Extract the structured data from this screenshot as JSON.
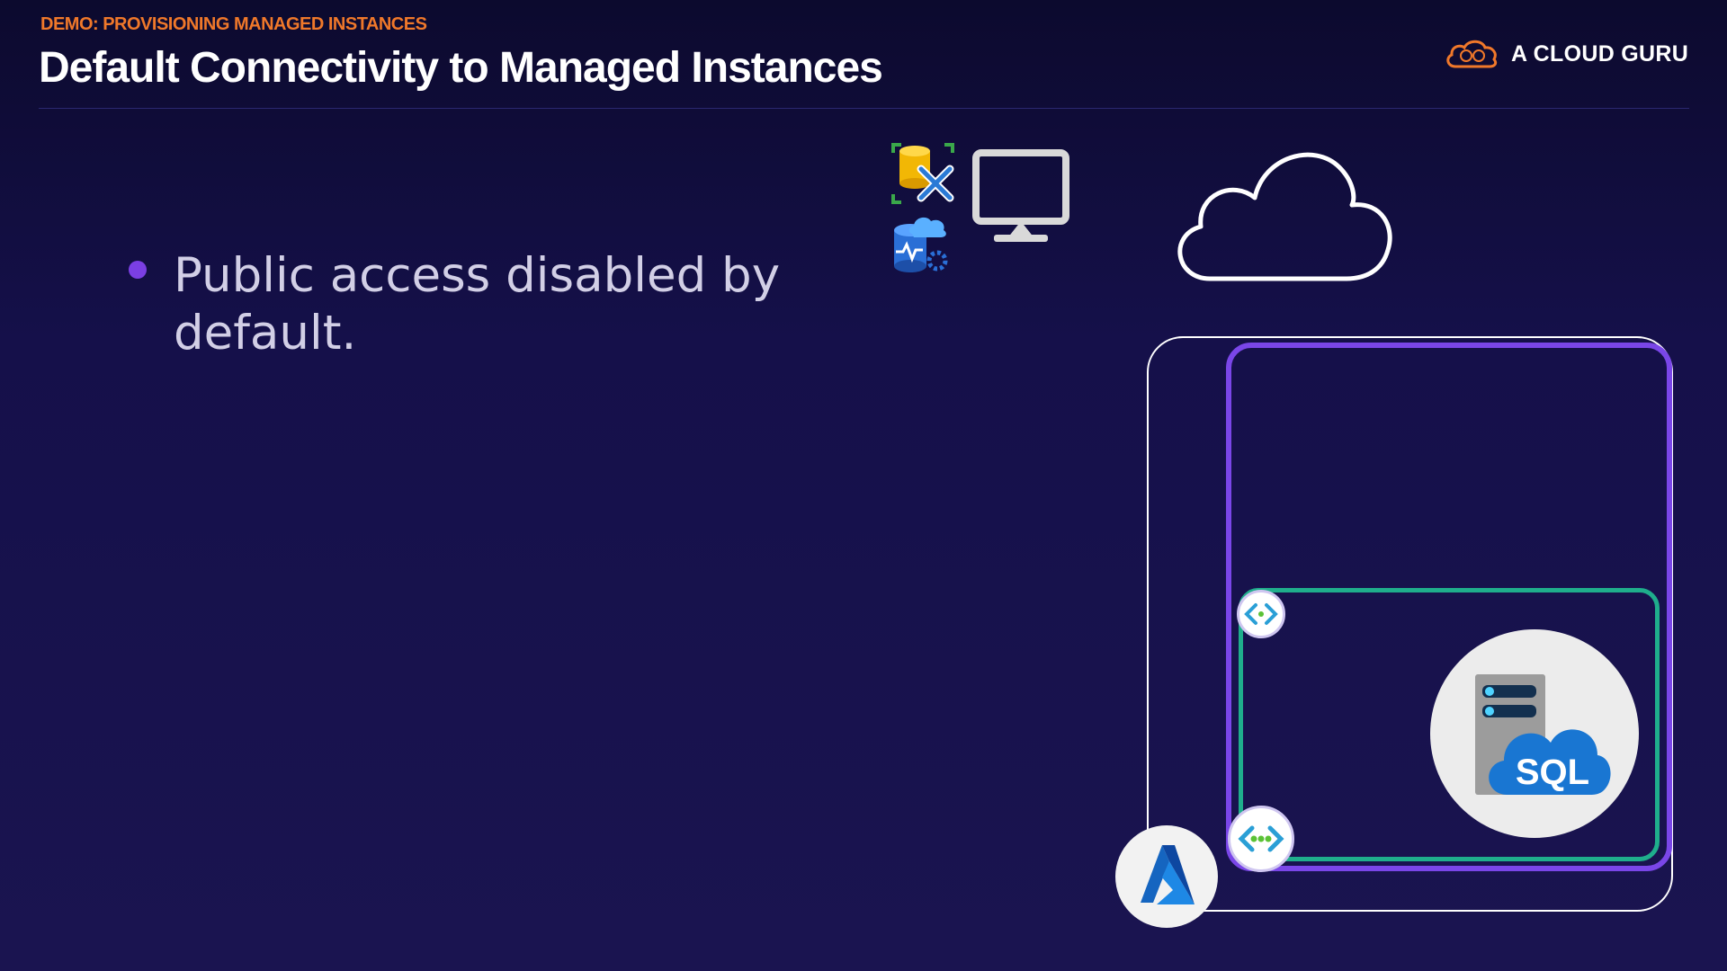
{
  "header": {
    "eyebrow": "DEMO: PROVISIONING MANAGED INSTANCES",
    "title": "Default Connectivity to Managed Instances"
  },
  "brand": {
    "name": "A CLOUD GURU",
    "logo_icon": "cloud-logo-icon",
    "color": "#f0782a"
  },
  "content": {
    "bullets": [
      "Public access disabled by default."
    ]
  },
  "diagram": {
    "icons": [
      "database-tools-icon",
      "database-cloud-icon",
      "monitor-icon",
      "cloud-outline-icon",
      "private-endpoint-icon",
      "network-endpoint-icon",
      "azure-logo-icon",
      "sql-server-icon"
    ],
    "sql_label": "SQL",
    "colors": {
      "purple": "#7a46e8",
      "green": "#1fae8c",
      "accent": "#f0782a",
      "bullet": "#7b3fe4"
    }
  }
}
